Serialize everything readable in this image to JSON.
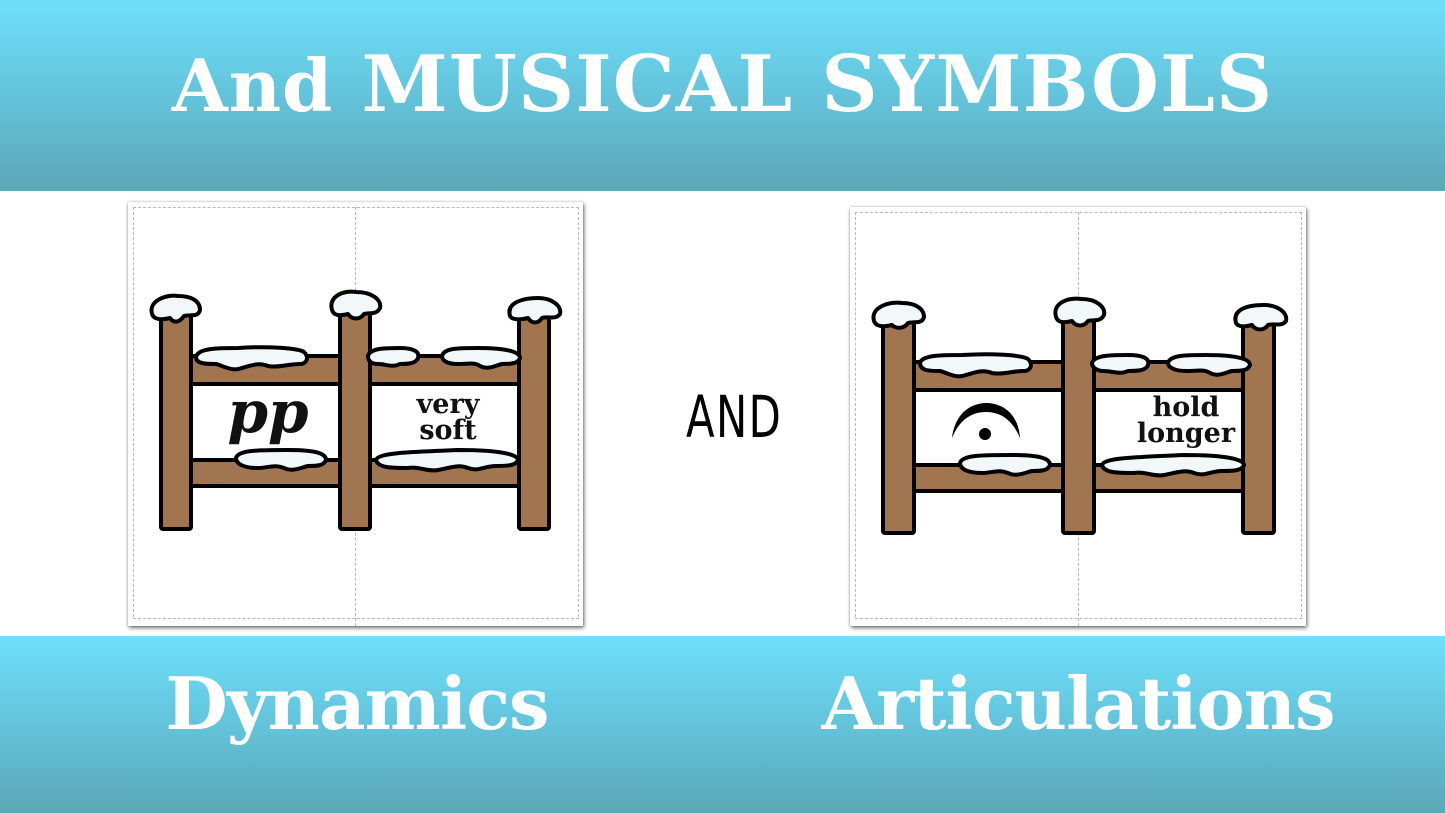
{
  "header": {
    "title_prefix": "And",
    "title_main": "MUSICAL SYMBOLS"
  },
  "connector": {
    "text": "AND"
  },
  "cards": [
    {
      "id": "dynamics",
      "left_panel": {
        "symbol": "pp",
        "symbol_name": "pianissimo"
      },
      "right_panel": {
        "line1": "very",
        "line2": "soft"
      }
    },
    {
      "id": "articulations",
      "left_panel": {
        "symbol": "fermata",
        "symbol_name": "fermata"
      },
      "right_panel": {
        "line1": "hold",
        "line2": "longer"
      }
    }
  ],
  "footer": {
    "left_label": "Dynamics",
    "right_label": "Articulations"
  },
  "colors": {
    "banner_top": "#6ee0fb",
    "banner_bottom": "#5ba8b7",
    "fence_wood": "#a07550",
    "fence_outline": "#000000",
    "snow": "#f2f8fa",
    "text_white": "#ffffff"
  }
}
